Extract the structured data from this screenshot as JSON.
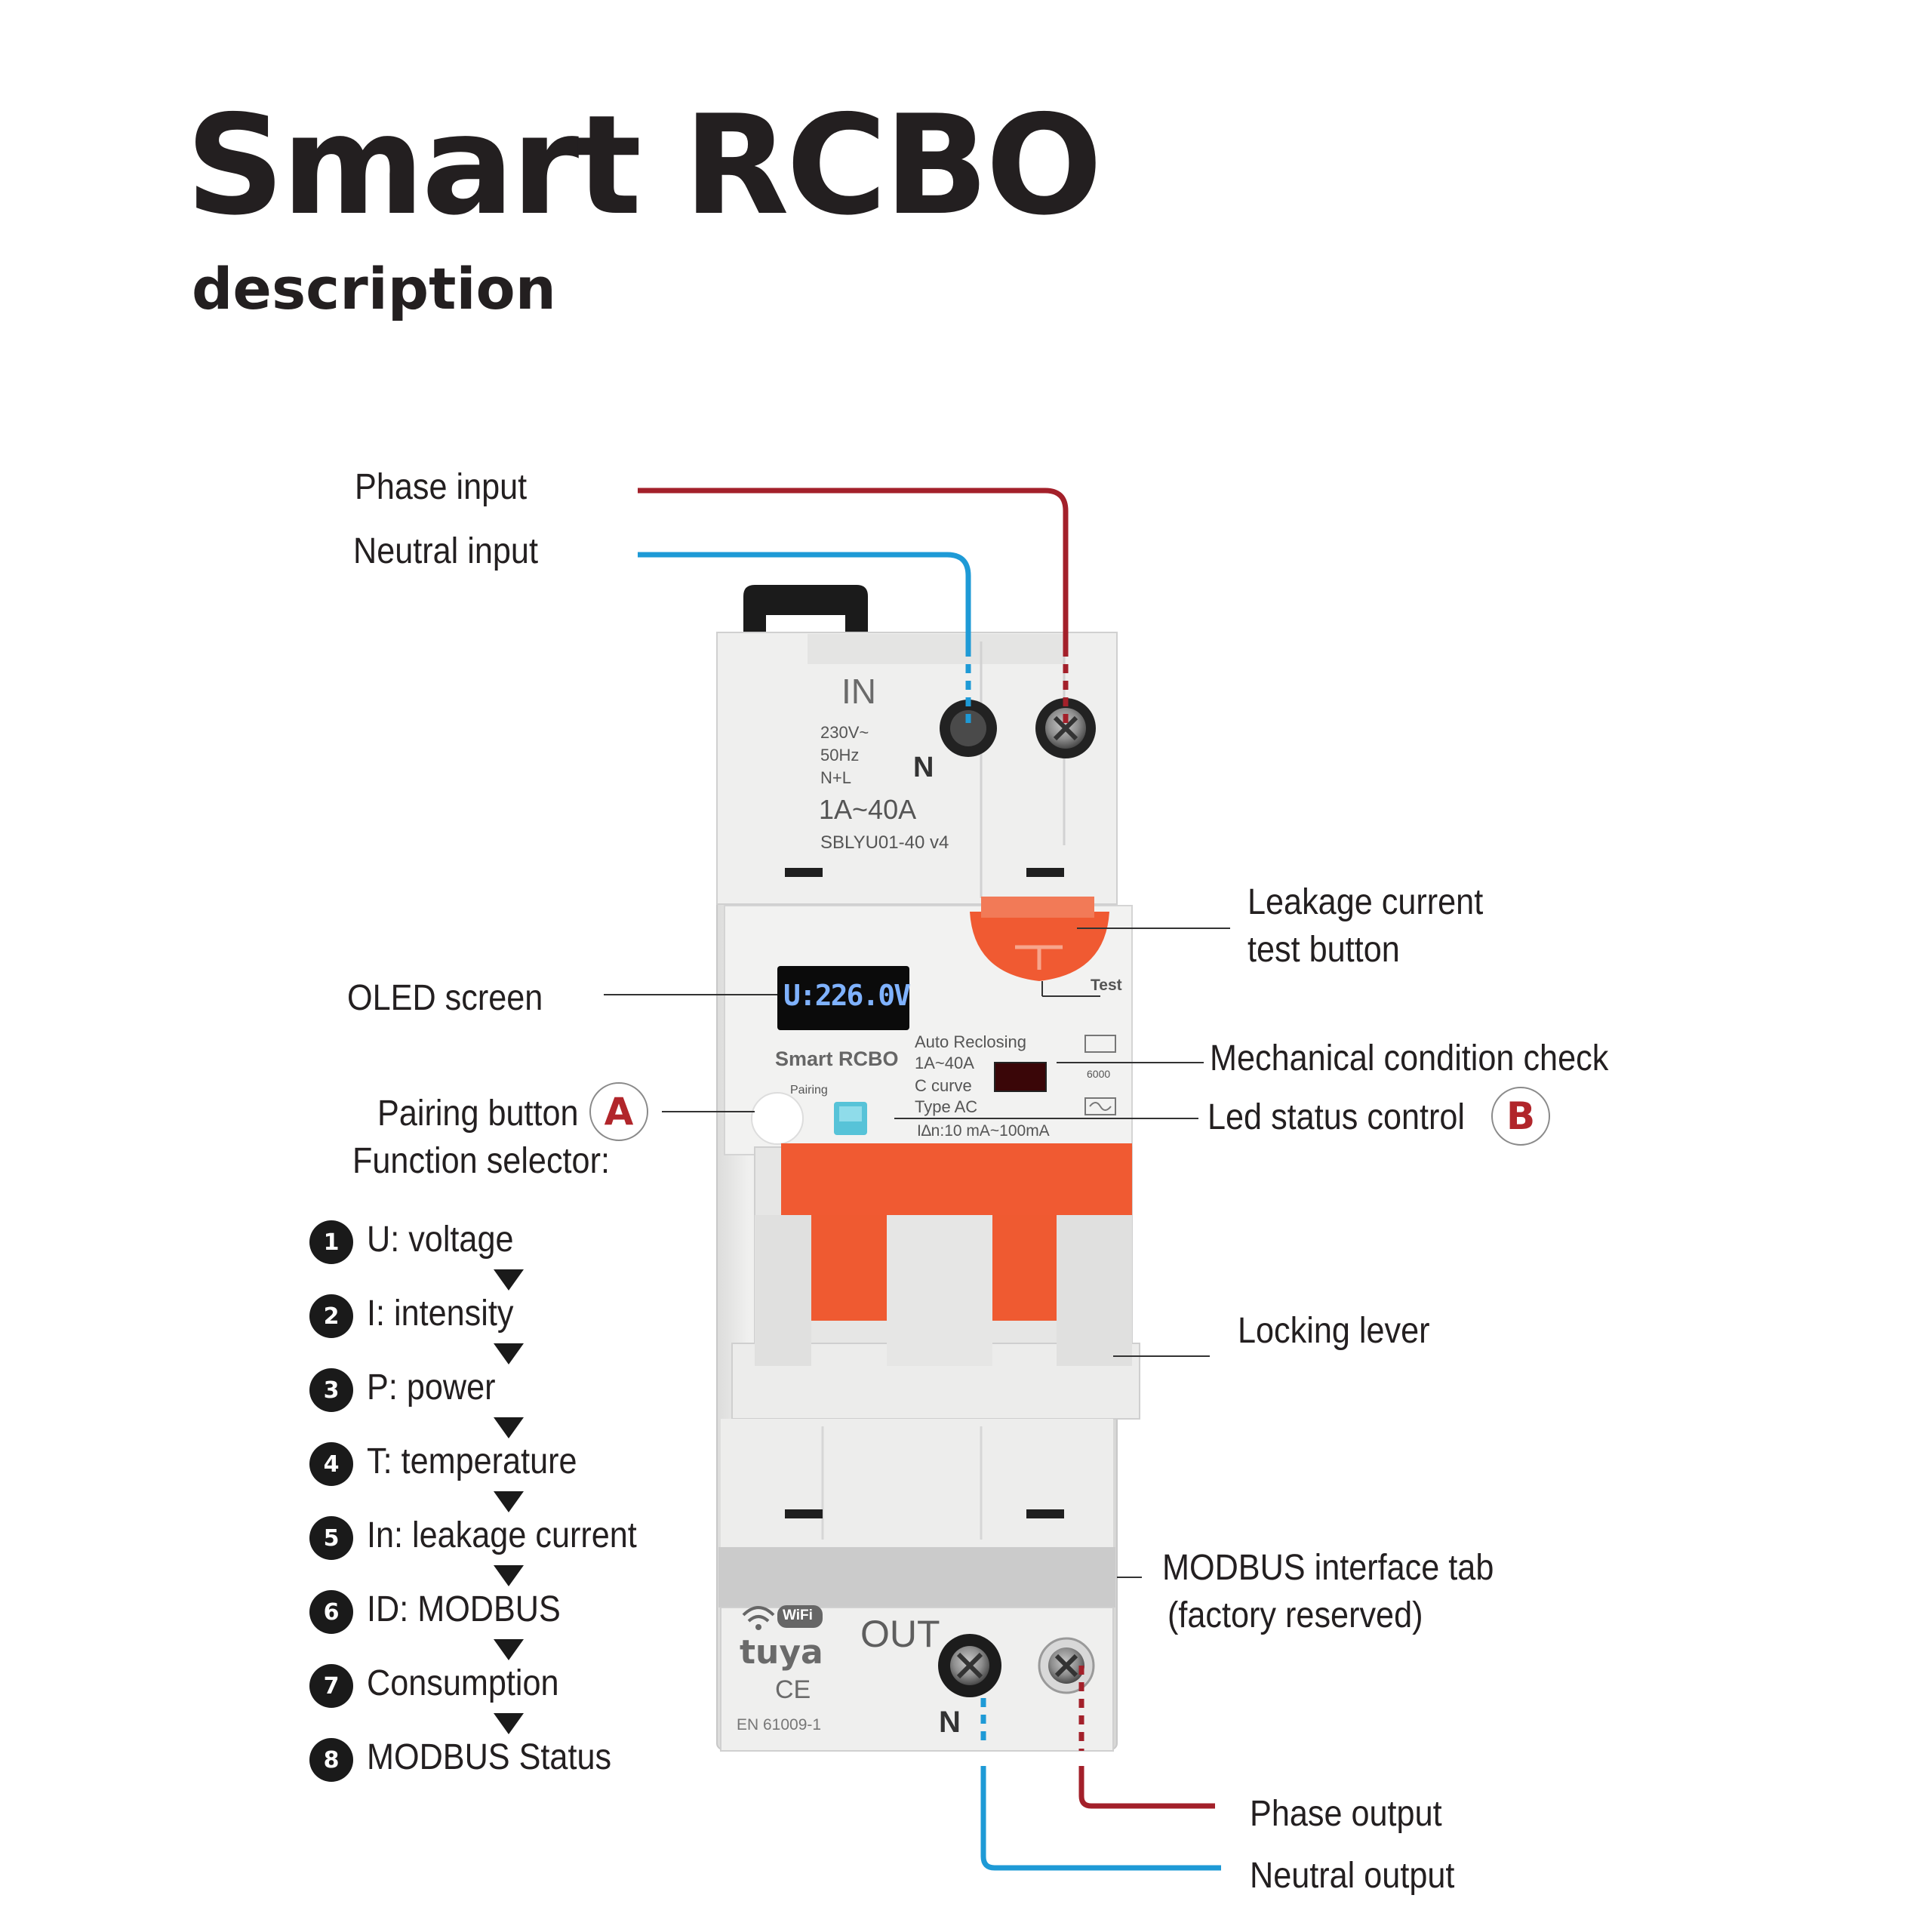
{
  "header": {
    "title": "Smart RCBO",
    "subtitle": "description"
  },
  "callouts": {
    "phase_input": "Phase input",
    "neutral_input": "Neutral input",
    "leakage_line1": "Leakage current",
    "leakage_line2": "test button",
    "oled_screen": "OLED screen",
    "mechanical_check": "Mechanical condition check",
    "pairing_button": "Pairing button",
    "led_status": "Led status control",
    "function_selector": "Function selector:",
    "locking_lever": "Locking lever",
    "modbus_line1": "MODBUS interface tab",
    "modbus_line2": "(factory reserved)",
    "phase_output": "Phase output",
    "neutral_output": "Neutral output"
  },
  "badges": {
    "a": "A",
    "b": "B"
  },
  "functions": [
    {
      "num": "1",
      "label": "U: voltage"
    },
    {
      "num": "2",
      "label": "I: intensity"
    },
    {
      "num": "3",
      "label": "P: power"
    },
    {
      "num": "4",
      "label": "T: temperature"
    },
    {
      "num": "5",
      "label": "In: leakage current"
    },
    {
      "num": "6",
      "label": "ID: MODBUS"
    },
    {
      "num": "7",
      "label": "Consumption"
    },
    {
      "num": "8",
      "label": "MODBUS Status"
    }
  ],
  "device": {
    "in_label": "IN",
    "spec_voltage": "230V~",
    "spec_freq": "50Hz",
    "spec_poles": "N+L",
    "n_top": "N",
    "rating": "1A~40A",
    "model": "SBLYU01-40 v4",
    "test_label": "Test",
    "oled_value": "U:226.0V",
    "brand": "Smart RCBO",
    "pairing_label": "Pairing",
    "spec_auto": "Auto Reclosing",
    "spec_range": "1A~40A",
    "spec_curve": "C curve",
    "spec_type": "Type AC",
    "spec_leak": "I∆n:10 mA~100mA",
    "rating_box": "6000",
    "out_label": "OUT",
    "n_bottom": "N",
    "wifi_badge": "WiFi",
    "tuya_logo": "tuya",
    "ce_mark": "CE",
    "standard": "EN 61009-1"
  },
  "colors": {
    "phase_wire": "#a3202a",
    "neutral_wire": "#1e9ad6",
    "housing": "#ececeb",
    "handle": "#f05a32",
    "badge_text": "#b1262b"
  },
  "icons": [
    "wifi-icon",
    "selector-arrow-icon",
    "screw-terminal-icon"
  ]
}
